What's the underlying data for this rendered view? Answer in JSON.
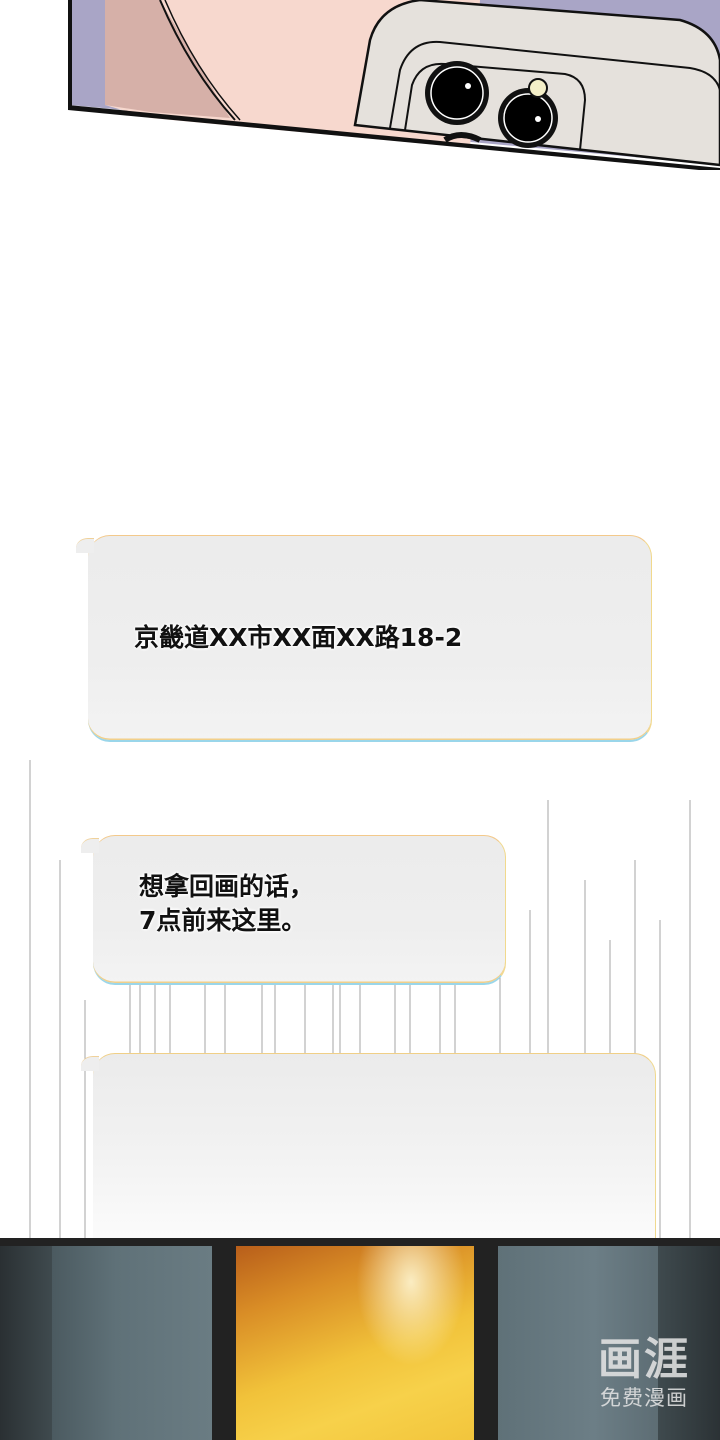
{
  "comic": {
    "top_panel": {
      "description": "Close-up of character holding a phone; rear camera module visible",
      "colors": {
        "background": "#a9a5c6",
        "skin": "#f7d8ce",
        "skin_shadow": "#d6b0a8",
        "phone": "#e5e1dc",
        "outline": "#111111"
      }
    },
    "messages": [
      {
        "id": "msg-1",
        "text": "京畿道XX市XX面XX路18-2"
      },
      {
        "id": "msg-2",
        "lines": [
          "想拿回画的话，",
          "7点前来这里。"
        ]
      },
      {
        "id": "msg-3",
        "text": ""
      }
    ],
    "bottom_scene": {
      "description": "Dark room with two grey windows and a bright golden doorway",
      "colors": {
        "window": "#5f7178",
        "door_glow": "#f1c23a",
        "frame": "#222222"
      }
    },
    "watermark": {
      "logo": "画涯",
      "subtitle": "免费漫画"
    }
  }
}
